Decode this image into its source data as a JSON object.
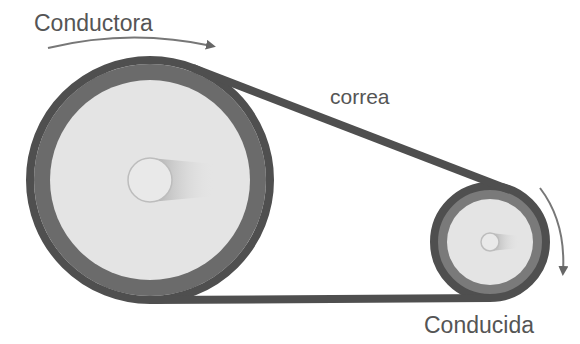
{
  "diagram": {
    "labels": [
      "Conductora",
      "correa",
      "Conducida"
    ]
  }
}
